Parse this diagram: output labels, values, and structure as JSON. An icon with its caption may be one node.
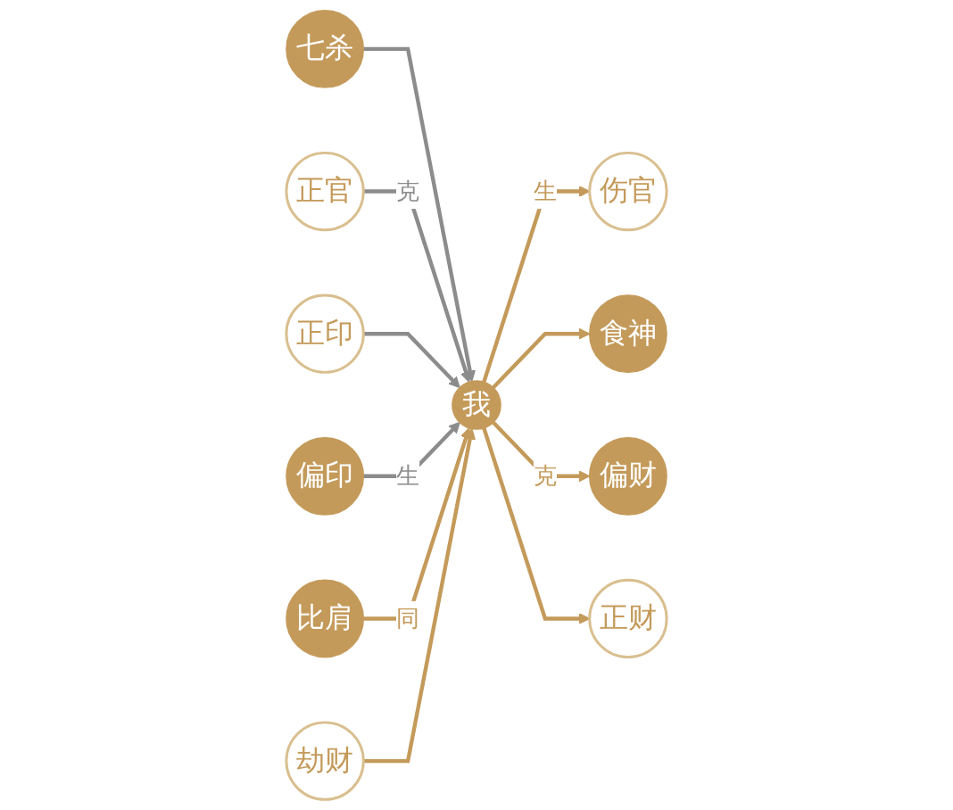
{
  "diagram": {
    "nodes": [
      {
        "text": [
          "伤官"
        ]
      },
      {
        "text": [
          "食神"
        ]
      },
      {
        "text": [
          "七杀"
        ]
      },
      {
        "text": [
          "正印"
        ]
      },
      {
        "text": [
          "正官"
        ]
      },
      {
        "text": [
          "我"
        ]
      },
      {
        "text": [
          "偏印"
        ]
      },
      {
        "text": [
          "比肩"
        ]
      },
      {
        "text": [
          "正财"
        ]
      },
      {
        "text": [
          "劫财"
        ]
      },
      {
        "text": [
          "偏财"
        ]
      }
    ],
    "edges": [
      {
        "from": 5,
        "to": 0,
        "arrow": "to",
        "label": "生"
      },
      {
        "from": 5,
        "to": 1,
        "arrow": "to"
      },
      {
        "from": 2,
        "to": 5,
        "arrow": "to",
        "color": "#8c8c8c"
      },
      {
        "from": 4,
        "to": 5,
        "arrow": "to",
        "label": "克",
        "color": "#8c8c8c"
      },
      {
        "from": 3,
        "to": 5,
        "arrow": "to",
        "color": "#8c8c8c"
      },
      {
        "from": 6,
        "to": 5,
        "arrow": "to",
        "label": "生",
        "color": "#8c8c8c"
      },
      {
        "from": 7,
        "to": 5,
        "arrow": "to",
        "label": "同"
      },
      {
        "from": 9,
        "to": 5,
        "arrow": "to"
      },
      {
        "from": 5,
        "to": 10,
        "arrow": "to",
        "label": "克"
      },
      {
        "from": 5,
        "to": 8,
        "arrow": "to"
      }
    ]
  }
}
